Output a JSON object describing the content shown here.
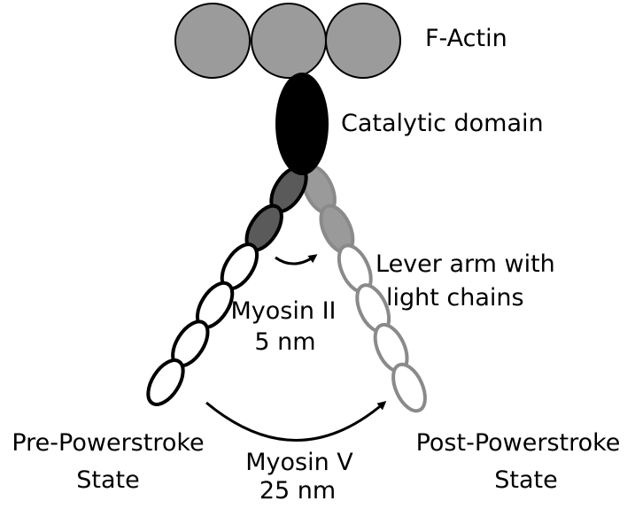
{
  "labels": {
    "f_actin": "F-Actin",
    "catalytic_domain": "Catalytic domain",
    "lever_arm_line1": "Lever arm with",
    "lever_arm_line2": "light chains",
    "myosin_ii": "Myosin II",
    "myosin_ii_step": "5 nm",
    "pre_line1": "Pre-Powerstroke",
    "pre_line2": "State",
    "post_line1": "Post-Powerstroke",
    "post_line2": "State",
    "myosin_v": "Myosin V",
    "myosin_v_step": "25 nm"
  },
  "colors": {
    "actin_fill": "#9b9b9b",
    "catalytic_fill": "#000000",
    "pre_dark_fill": "#5a5a5a",
    "pre_light_fill": "#ffffff",
    "post_stroke": "#8a8a8a",
    "post_dark_fill": "#9a9a9a",
    "post_light_fill": "#ffffff"
  }
}
